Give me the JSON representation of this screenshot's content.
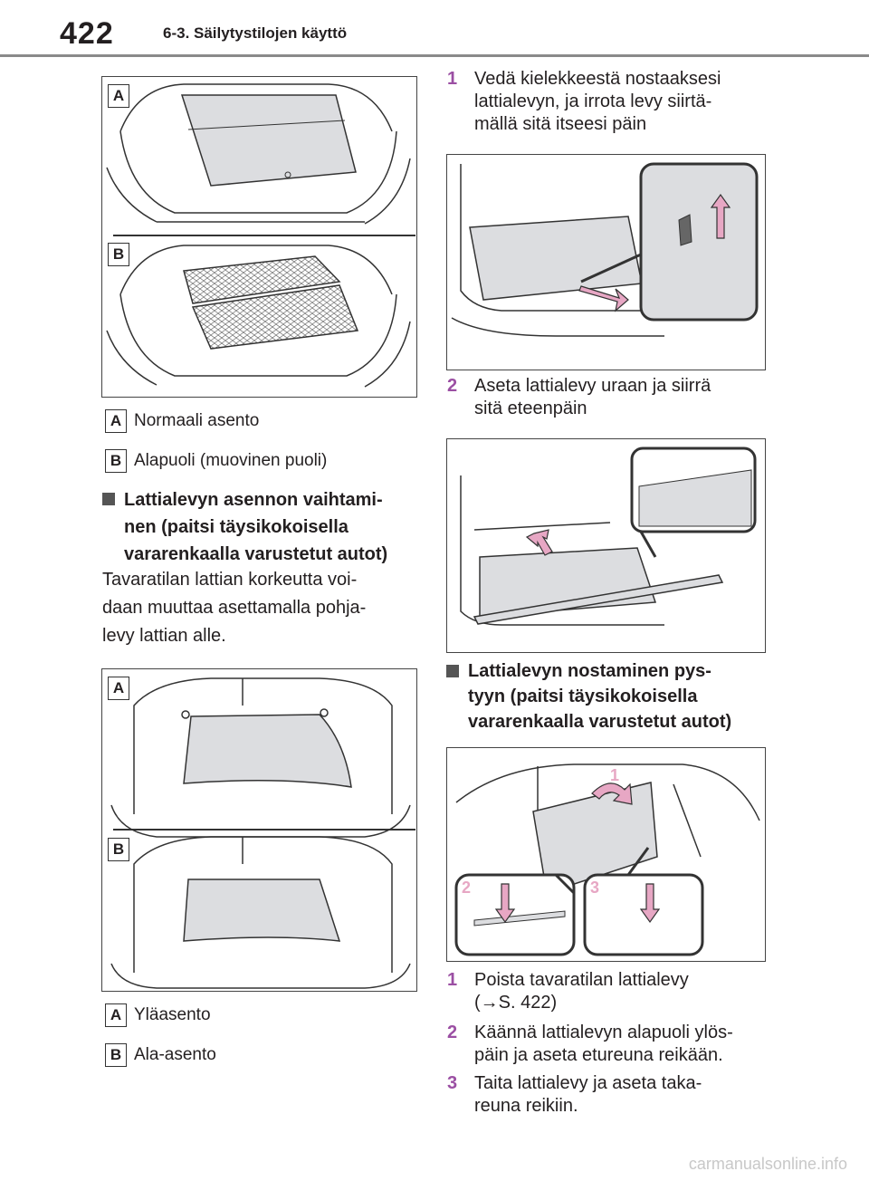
{
  "header": {
    "page_number": "422",
    "section_title": "6-3. Säilytystilojen käyttö"
  },
  "labels": {
    "a": "A",
    "b": "B"
  },
  "captions_top": [
    {
      "letter": "A",
      "text": "Normaali asento"
    },
    {
      "letter": "B",
      "text": "Alapuoli (muovinen puoli)"
    }
  ],
  "section_height": {
    "heading": "Lattialevyn asennon vaihtami-nen (paitsi täysikokoisella vararenkaalla varustetut autot)",
    "heading_lines": [
      "Lattialevyn asennon vaihtami-",
      "nen (paitsi täysikokoisella",
      "vararenkaalla varustetut autot)"
    ],
    "body_lines": [
      "Tavaratilan lattian korkeutta voi-",
      "daan muuttaa asettamalla pohja-",
      "levy lattian alle."
    ]
  },
  "captions_bottom": [
    {
      "letter": "A",
      "text": "Yläasento"
    },
    {
      "letter": "B",
      "text": "Ala-asento"
    }
  ],
  "steps_remove": [
    {
      "num": "1",
      "lines": [
        "Vedä kielekkeestä nostaaksesi",
        "lattialevyn, ja irrota levy siirtä-",
        "mällä sitä itseesi päin"
      ]
    },
    {
      "num": "2",
      "lines": [
        "Aseta lattialevy uraan ja siirrä",
        "sitä eteenpäin"
      ]
    }
  ],
  "section_raise": {
    "heading_lines": [
      "Lattialevyn nostaminen pys-",
      "tyyn (paitsi täysikokoisella",
      "vararenkaalla varustetut autot)"
    ]
  },
  "figure_callouts": {
    "c1": "1",
    "c2": "2",
    "c3": "3"
  },
  "steps_raise": [
    {
      "num": "1",
      "lines": [
        "Poista tavaratilan lattialevy",
        "(→S. 422)"
      ]
    },
    {
      "num": "2",
      "lines": [
        "Käännä lattialevyn alapuoli ylös-",
        "päin ja aseta etureuna reikään."
      ]
    },
    {
      "num": "3",
      "lines": [
        "Taita lattialevy ja aseta taka-",
        "reuna reikiin."
      ]
    }
  ],
  "footer": {
    "watermark": "carmanualsonline.info"
  },
  "colors": {
    "accent": "#9b4fa3",
    "arrow_fill": "#e7a7c4",
    "panel_fill": "#dcdde0"
  }
}
